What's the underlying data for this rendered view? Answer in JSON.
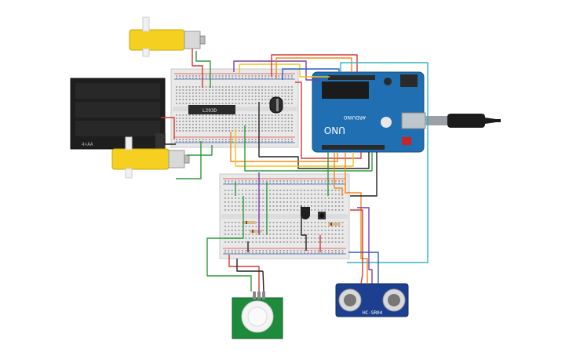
{
  "canvas": {
    "background": "#ffffff"
  },
  "colors": {
    "breadboard": "#e9e9e9",
    "rail_red": "#e03b3b",
    "rail_blue": "#3b62c9",
    "arduino_board": "#1f6fb2",
    "arduino_dark": "#174f83",
    "motor_yellow": "#f5d020",
    "battery_black": "#202020",
    "pir_green": "#1e8a3c",
    "ultrasonic_blue": "#1d3f8f",
    "wire_red": "#d23a32",
    "wire_green": "#2e9a3a",
    "wire_orange": "#f08a1c",
    "wire_yellow": "#f1c417",
    "wire_purple": "#7a3fb0",
    "wire_black": "#222222",
    "wire_blue": "#2d5fc0",
    "wire_cyan": "#36b4c6",
    "wire_brown": "#8b5a2b"
  },
  "components": {
    "motor_top": {
      "name": "gear-motor-top"
    },
    "motor_bottom": {
      "name": "gear-motor-bottom"
    },
    "battery": {
      "name": "battery-pack",
      "label": "4×AA"
    },
    "breadboard_top": {
      "name": "breadboard-top"
    },
    "breadboard_bottom": {
      "name": "breadboard-bottom"
    },
    "driver_chip": {
      "label": "L293D"
    },
    "arduino": {
      "label": "UNO",
      "brand": "ARDUINO"
    },
    "usb_cable": {
      "name": "usb-cable"
    },
    "pir_sensor": {
      "name": "pir-sensor"
    },
    "ultrasonic": {
      "label": "HC-SR04"
    },
    "transistor": {
      "name": "transistor"
    },
    "pushbutton": {
      "name": "pushbutton"
    }
  }
}
